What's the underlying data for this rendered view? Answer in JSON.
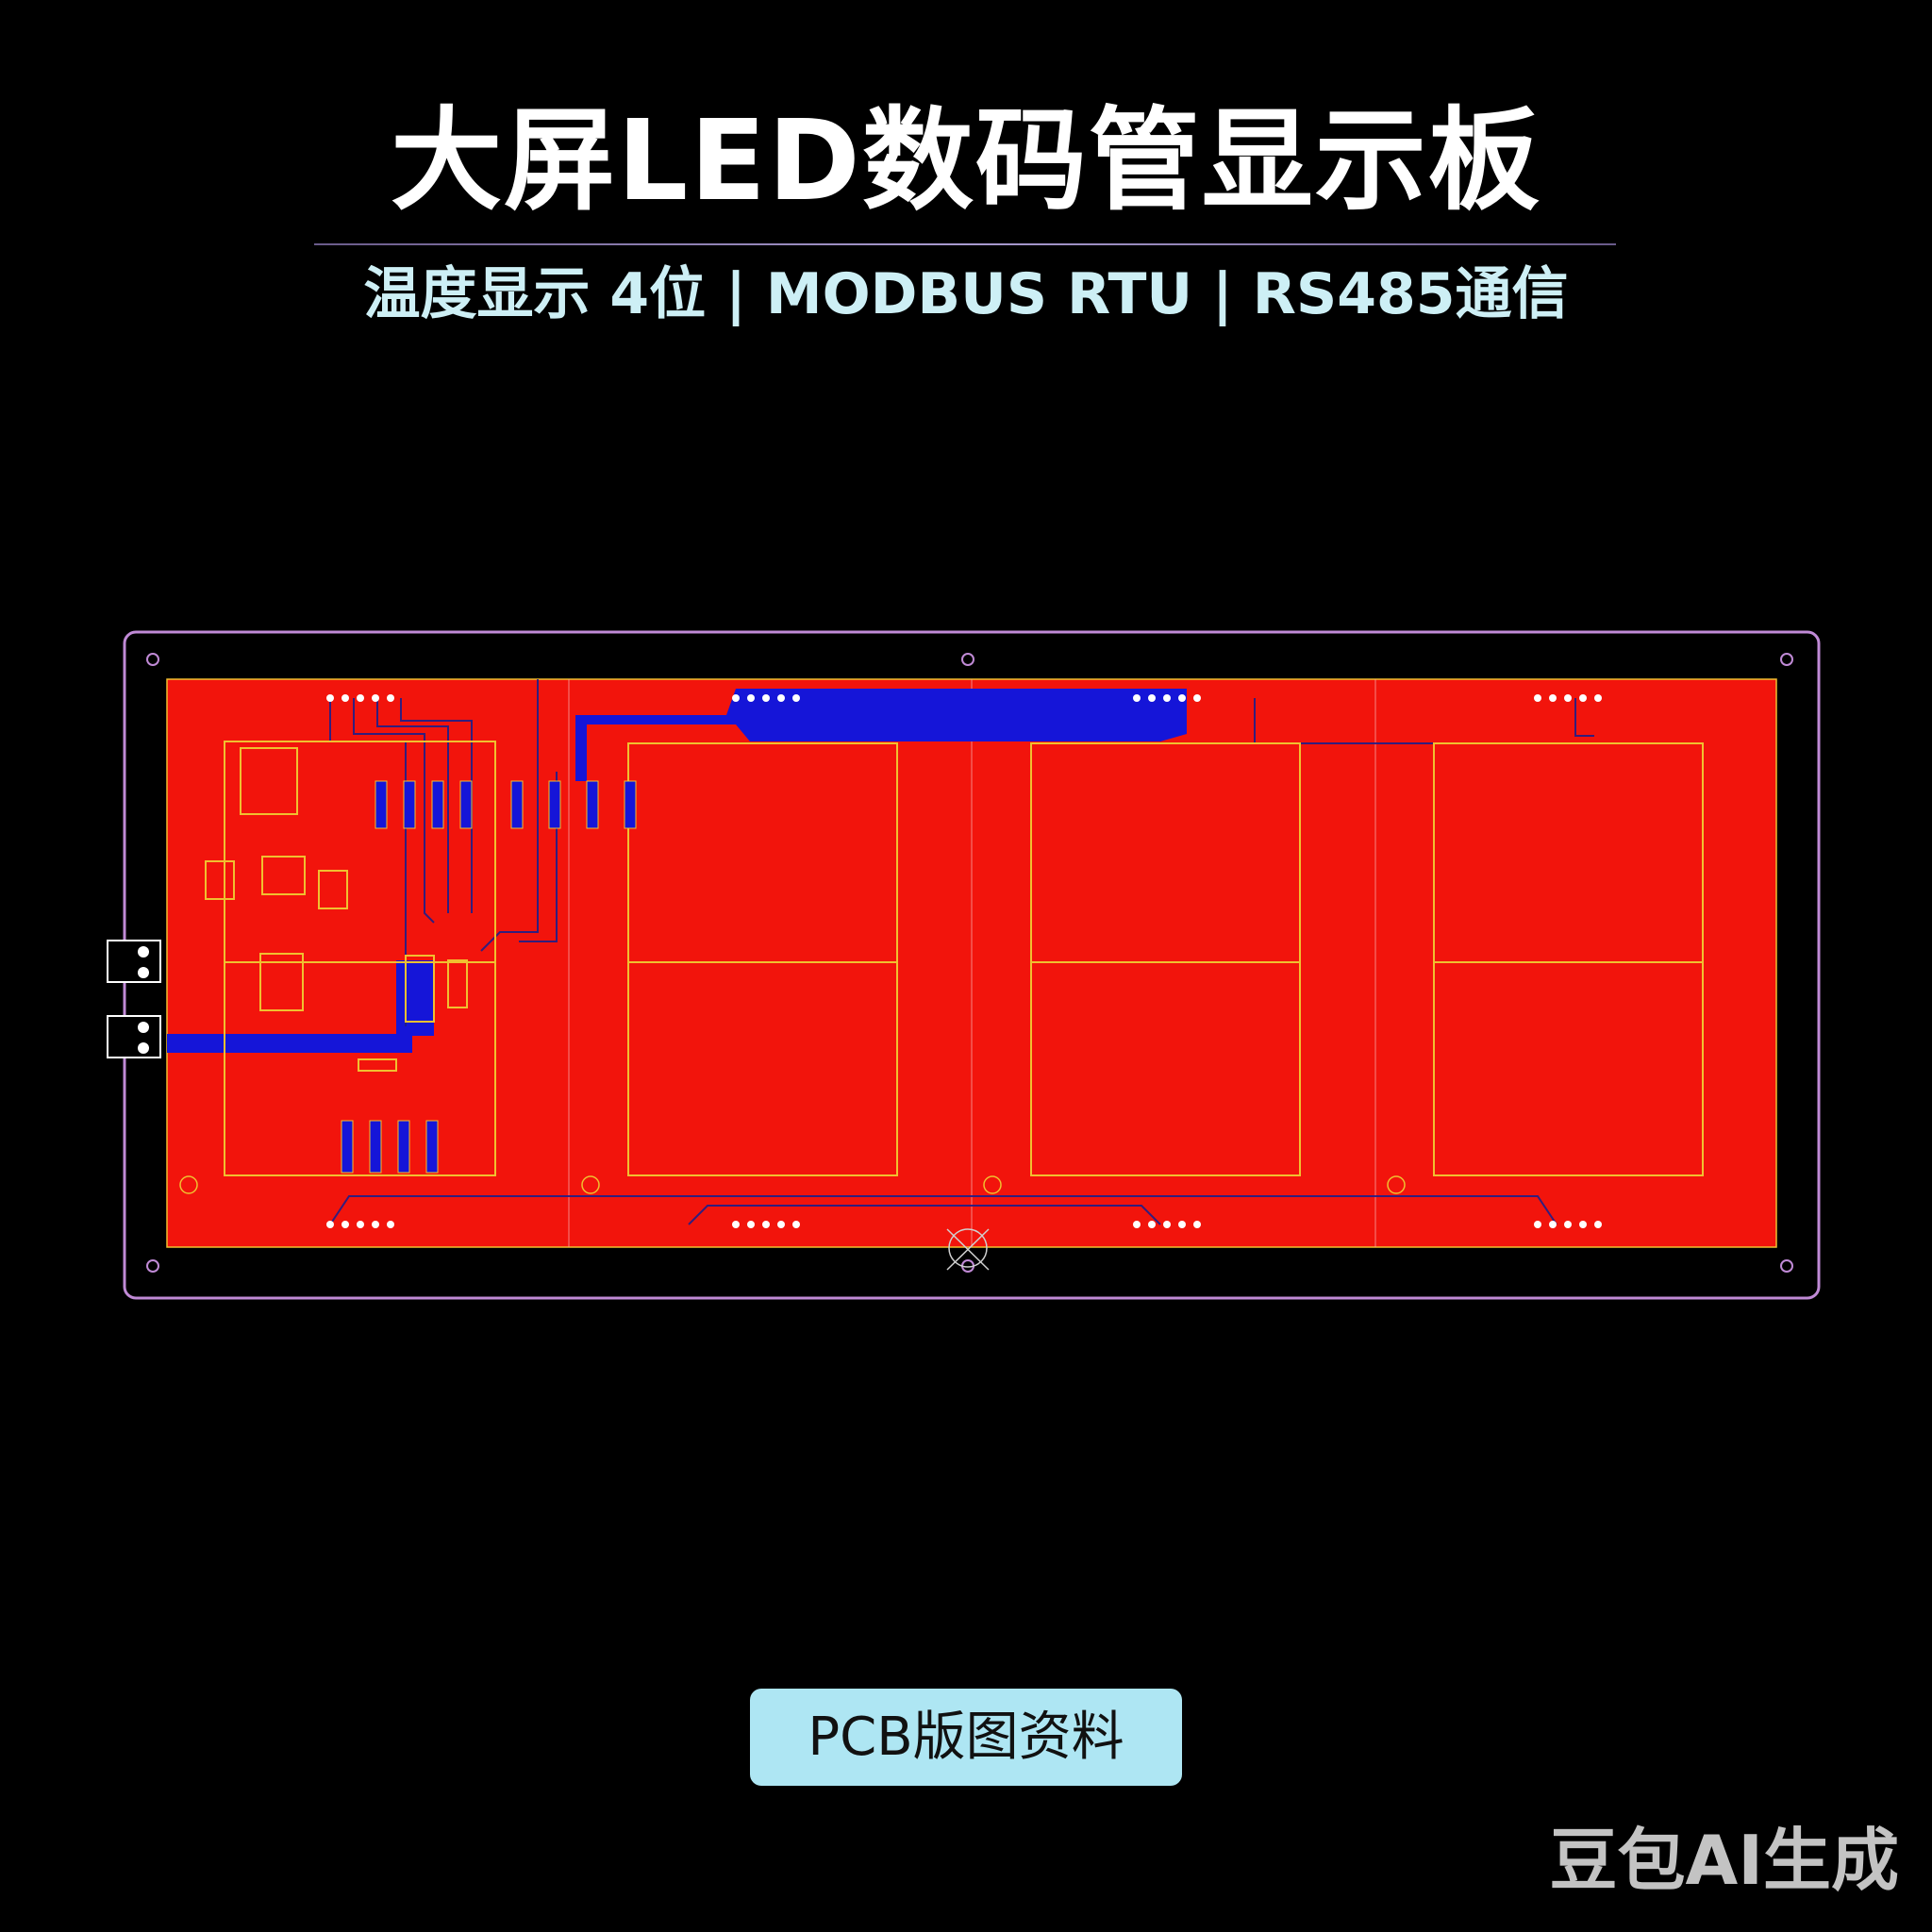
{
  "title": "大屏LED数码管显示板",
  "subtitle": "温度显示 4位 | MODBUS RTU | RS485通信",
  "badge": "PCB版图资料",
  "watermark": "豆包AI生成",
  "pcb": {
    "digit_count": 4,
    "colors": {
      "outline": "#c08ad6",
      "copper_top": "#f2140c",
      "copper_bottom": "#1515d8",
      "silkscreen": "#f0c030",
      "background": "#000000"
    }
  }
}
